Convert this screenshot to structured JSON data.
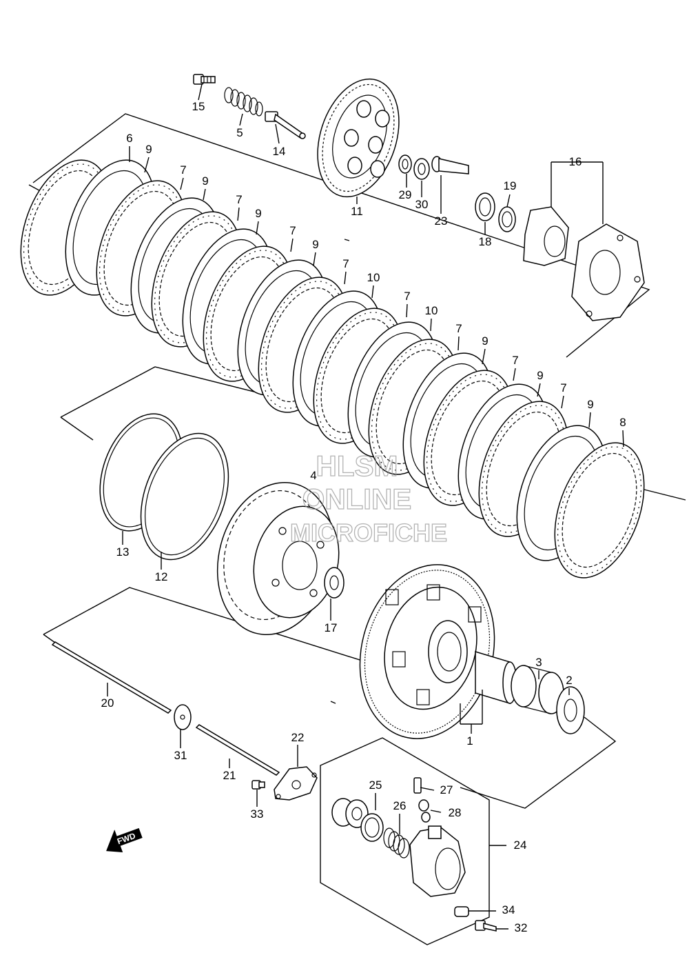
{
  "watermark": {
    "line1": "HLSM",
    "line2": "ONLINE",
    "line3": "MICROFICHE"
  },
  "fwd_label": "FWD",
  "callouts": [
    {
      "id": "15",
      "text": "15"
    },
    {
      "id": "5",
      "text": "5"
    },
    {
      "id": "14",
      "text": "14"
    },
    {
      "id": "11",
      "text": "11"
    },
    {
      "id": "29",
      "text": "29"
    },
    {
      "id": "30",
      "text": "30"
    },
    {
      "id": "23",
      "text": "23"
    },
    {
      "id": "19",
      "text": "19"
    },
    {
      "id": "18",
      "text": "18"
    },
    {
      "id": "16",
      "text": "16"
    },
    {
      "id": "6",
      "text": "6"
    },
    {
      "id": "9a",
      "text": "9"
    },
    {
      "id": "7a",
      "text": "7"
    },
    {
      "id": "9b",
      "text": "9"
    },
    {
      "id": "7b",
      "text": "7"
    },
    {
      "id": "9c",
      "text": "9"
    },
    {
      "id": "7c",
      "text": "7"
    },
    {
      "id": "9d",
      "text": "9"
    },
    {
      "id": "7d",
      "text": "7"
    },
    {
      "id": "10a",
      "text": "10"
    },
    {
      "id": "7e",
      "text": "7"
    },
    {
      "id": "10b",
      "text": "10"
    },
    {
      "id": "7f",
      "text": "7"
    },
    {
      "id": "9e",
      "text": "9"
    },
    {
      "id": "7g",
      "text": "7"
    },
    {
      "id": "9f",
      "text": "9"
    },
    {
      "id": "7h",
      "text": "7"
    },
    {
      "id": "9g",
      "text": "9"
    },
    {
      "id": "8",
      "text": "8"
    },
    {
      "id": "4",
      "text": "4"
    },
    {
      "id": "13",
      "text": "13"
    },
    {
      "id": "12",
      "text": "12"
    },
    {
      "id": "17",
      "text": "17"
    },
    {
      "id": "3",
      "text": "3"
    },
    {
      "id": "2",
      "text": "2"
    },
    {
      "id": "1",
      "text": "1"
    },
    {
      "id": "20",
      "text": "20"
    },
    {
      "id": "31",
      "text": "31"
    },
    {
      "id": "21",
      "text": "21"
    },
    {
      "id": "22",
      "text": "22"
    },
    {
      "id": "33",
      "text": "33"
    },
    {
      "id": "25",
      "text": "25"
    },
    {
      "id": "26",
      "text": "26"
    },
    {
      "id": "27",
      "text": "27"
    },
    {
      "id": "28",
      "text": "28"
    },
    {
      "id": "24",
      "text": "24"
    },
    {
      "id": "34",
      "text": "34"
    },
    {
      "id": "32",
      "text": "32"
    }
  ]
}
